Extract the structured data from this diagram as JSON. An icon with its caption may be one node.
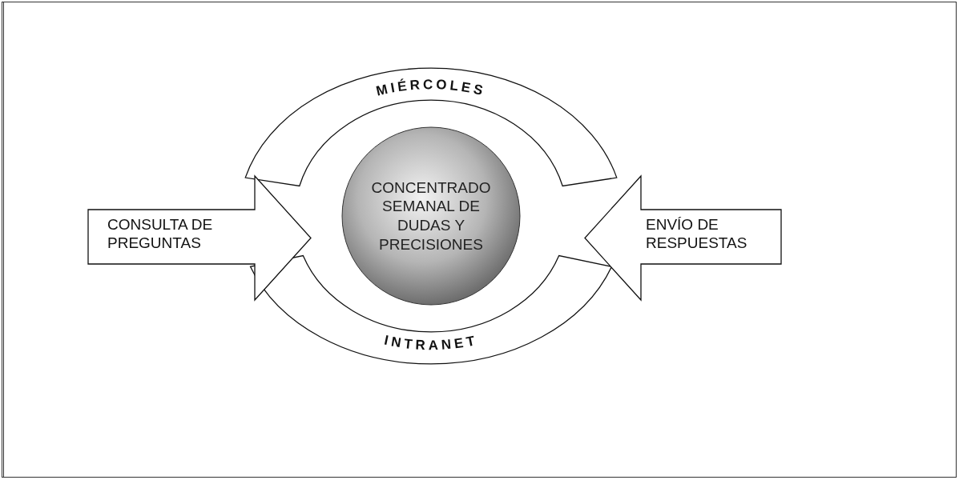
{
  "diagram": {
    "nodes": [
      {
        "text": [
          "MIÉRCOLES"
        ]
      },
      {
        "text": [
          "INTRANET"
        ]
      },
      {
        "text": [
          "CONCENTRADO SEMANAL DE DUDAS Y PRECISIONES"
        ]
      },
      {
        "text": [
          "CONSULTA DE PREGUNTAS"
        ]
      },
      {
        "text": [
          "ENVÍO DE RESPUESTAS"
        ]
      }
    ]
  }
}
